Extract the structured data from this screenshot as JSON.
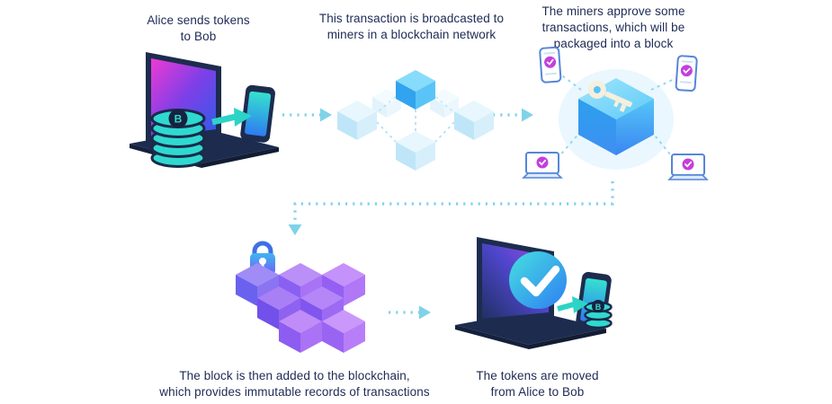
{
  "steps": [
    {
      "name": "send",
      "lines": [
        "Alice sends tokens",
        "to Bob"
      ]
    },
    {
      "name": "broadcast",
      "lines": [
        "This transaction is broadcasted to",
        "miners in a blockchain network"
      ]
    },
    {
      "name": "approve",
      "lines": [
        "The miners approve some",
        "transactions, which will be",
        "packaged into a block"
      ]
    },
    {
      "name": "append",
      "lines": [
        "The block is then added to the blockchain,",
        "which provides immutable records of transactions"
      ]
    },
    {
      "name": "settle",
      "lines": [
        "The tokens are moved",
        "from Alice to Bob"
      ]
    }
  ],
  "token": {
    "symbol": "B"
  },
  "icons": {
    "step1": "laptop-coins-to-phone",
    "step2": "cube-network",
    "step3": "block-cube-with-key-and-miners",
    "step4": "blockchain-cubes-with-lock",
    "step5": "laptop-check-to-phone-coins"
  },
  "colors": {
    "caption_text": "#1e2a55",
    "arrow_dots": "#7fd2e8",
    "coin_teal": "#2fd9d0",
    "laptop_navy": "#1d2c4e",
    "cube_blue": "#3fb4f2",
    "cube_purple": "#9a6cf3",
    "badge_magenta": "#c43ede",
    "key_cream": "#f6efdd",
    "screen_magenta": "#ef3ad2"
  }
}
